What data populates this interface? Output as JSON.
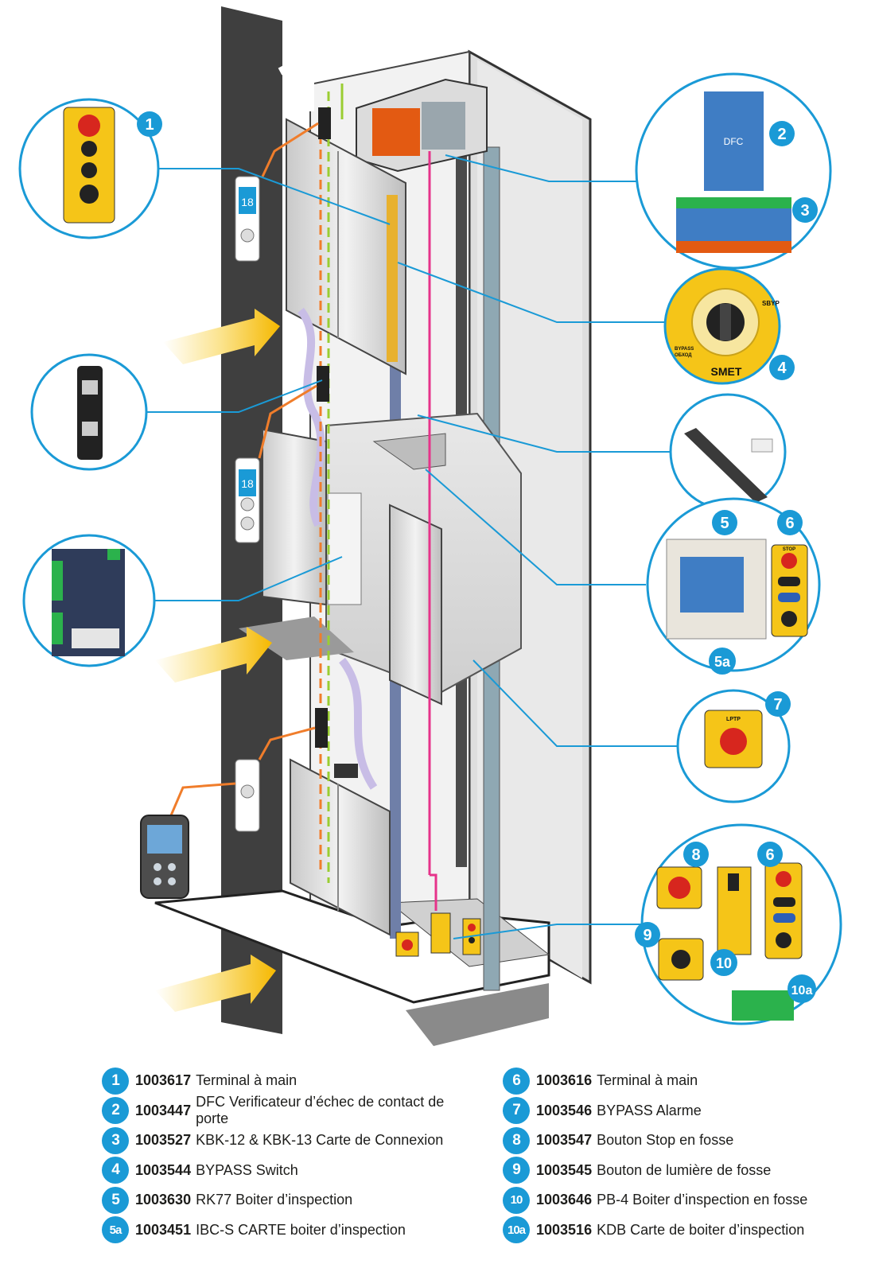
{
  "display": {
    "floor_number_upper": "18",
    "floor_number_middle": "18"
  },
  "labels": {
    "smet": "SMET",
    "sbyp": "SBYP",
    "bypass": "BYPASS",
    "bypass_ru": "ОБХОД",
    "dfc": "DFC",
    "lptp": "LPTP",
    "stop": "STOP"
  },
  "callouts": [
    "1",
    "2",
    "3",
    "4",
    "5",
    "6",
    "5a",
    "7",
    "8",
    "6",
    "9",
    "10",
    "10a"
  ],
  "legend_left": [
    {
      "badge": "1",
      "code": "1003617",
      "desc": "Terminal à main"
    },
    {
      "badge": "2",
      "code": "1003447",
      "desc": "DFC Verificateur d’échec de contact de porte"
    },
    {
      "badge": "3",
      "code": "1003527",
      "desc": "KBK-12 & KBK-13 Carte de Connexion"
    },
    {
      "badge": "4",
      "code": "1003544",
      "desc": "BYPASS Switch"
    },
    {
      "badge": "5",
      "code": "1003630",
      "desc": "RK77 Boiter d’inspection"
    },
    {
      "badge": "5a",
      "code": "1003451",
      "desc": "IBC-S CARTE boiter d’inspection"
    }
  ],
  "legend_right": [
    {
      "badge": "6",
      "code": "1003616",
      "desc": "Terminal à main"
    },
    {
      "badge": "7",
      "code": "1003546",
      "desc": "BYPASS Alarme"
    },
    {
      "badge": "8",
      "code": "1003547",
      "desc": "Bouton Stop en fosse"
    },
    {
      "badge": "9",
      "code": "1003545",
      "desc": "Bouton de lumière de fosse"
    },
    {
      "badge": "10",
      "code": "1003646",
      "desc": "PB-4 Boiter d’inspection en fosse"
    },
    {
      "badge": "10a",
      "code": "1003516",
      "desc": "KDB Carte de boiter d’inspection"
    }
  ],
  "colors": {
    "accent": "#1a9ad6",
    "orange_wire": "#f07d2b",
    "pink_wire": "#e6338a",
    "green_wire": "#9acd32",
    "shaft_dark": "#3d3d3d",
    "yellow_box": "#f5c518"
  }
}
